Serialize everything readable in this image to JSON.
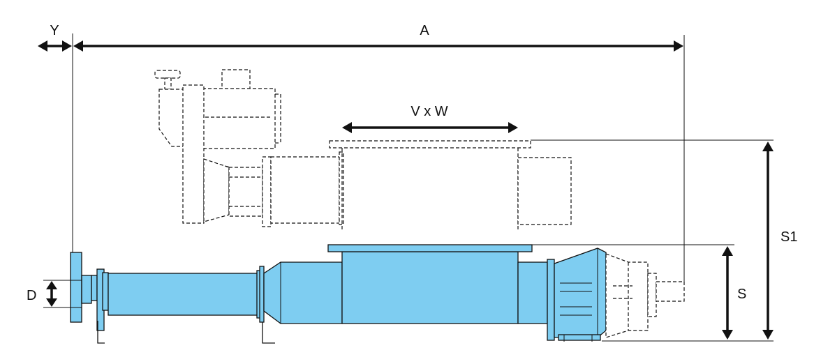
{
  "labels": {
    "y": "Y",
    "a": "A",
    "vxw": "V x W",
    "s1": "S1",
    "s": "S",
    "d": "D"
  },
  "colors": {
    "pump_body": "#7ecdf1",
    "outline": "#111111"
  }
}
